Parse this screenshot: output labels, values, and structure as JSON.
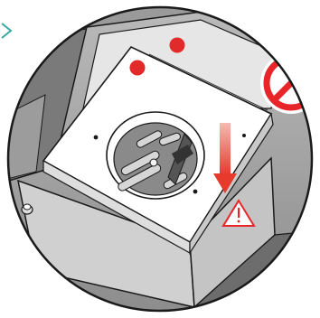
{
  "diagram": {
    "subject": "blender-base-blade-assembly-installation",
    "markers": {
      "position_dots": 2,
      "prohibition_sign": true,
      "warning_sign": true,
      "direction_arrow": "down"
    },
    "colors": {
      "accent_red": "#e8262a",
      "dot_red": "#e32a2a",
      "arrow_red": "#e53a2c",
      "teal_indicator": "#3aa7a0",
      "machine_gray_dark": "#6a6a6a",
      "machine_gray_mid": "#8a8a8a",
      "machine_gray_light": "#dcdcdc",
      "plate_white": "#ffffff",
      "outline": "#1a1a1a"
    }
  }
}
